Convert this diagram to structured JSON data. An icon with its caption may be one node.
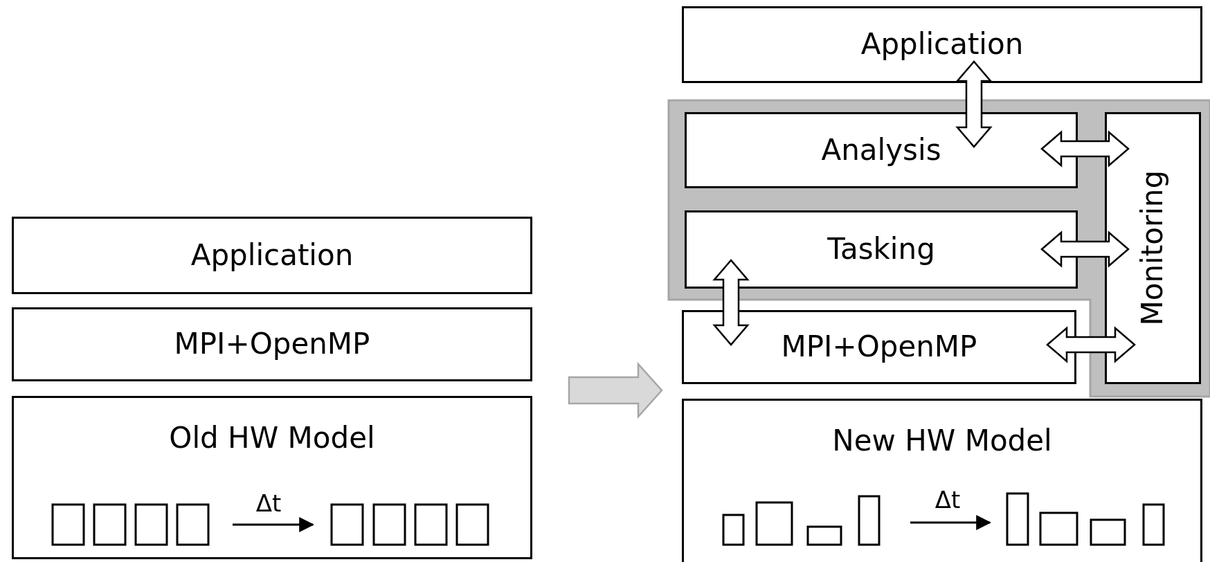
{
  "diagram": {
    "nodes": [
      {
        "text": [
          "Application"
        ]
      },
      {
        "text": [
          "MPI+OpenMP"
        ]
      },
      {
        "text": [
          "Old HW Model"
        ]
      },
      {
        "text": [
          "Application"
        ]
      },
      {
        "text": [
          "Analysis"
        ]
      },
      {
        "text": [
          "Tasking"
        ]
      },
      {
        "text": [
          "Monitoring"
        ]
      },
      {
        "text": [
          "MPI+OpenMP"
        ]
      },
      {
        "text": [
          "New HW Model"
        ]
      }
    ],
    "edges": [
      {
        "from": 3,
        "to": 4,
        "arrow": "both"
      },
      {
        "from": 4,
        "to": 6,
        "arrow": "both"
      },
      {
        "from": 5,
        "to": 6,
        "arrow": "both"
      },
      {
        "from": 5,
        "to": 7,
        "arrow": "both"
      },
      {
        "from": 7,
        "to": 6,
        "arrow": "both"
      },
      {
        "from": 2,
        "to": 8,
        "arrow": "to",
        "style": "thick",
        "color": "#d9d9d9"
      }
    ],
    "labels": [
      "Δt",
      "Δt"
    ]
  }
}
